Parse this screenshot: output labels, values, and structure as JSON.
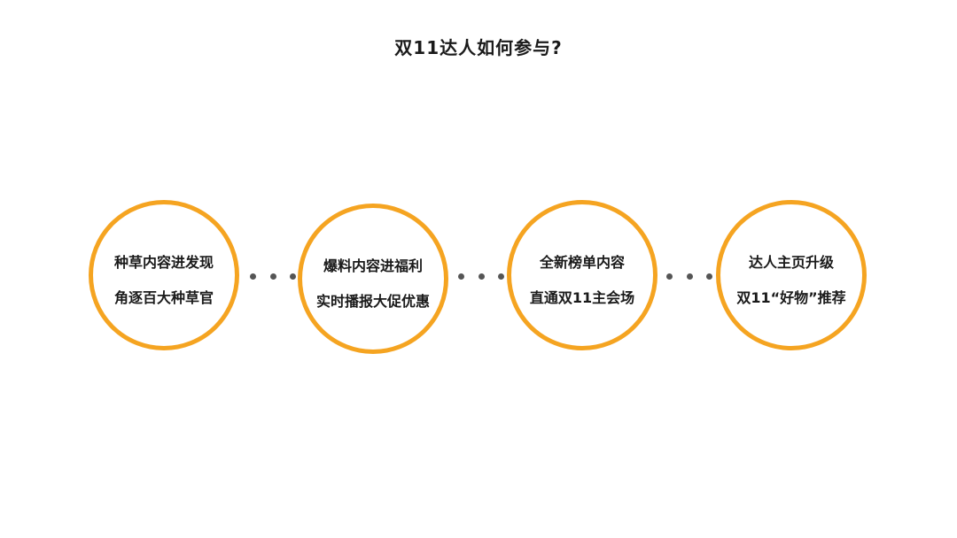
{
  "title": "双11达人如何参与?",
  "steps": [
    {
      "line1": "种草内容进发现",
      "line2": "角逐百大种草官"
    },
    {
      "line1": "爆料内容进福利",
      "line2": "实时播报大促优惠"
    },
    {
      "line1": "全新榜单内容",
      "line2": "直通双11主会场"
    },
    {
      "line1": "达人主页升级",
      "line2": "双11“好物”推荐"
    }
  ],
  "colors": {
    "circle_border": "#f5a421",
    "connector_dots": "#555555",
    "text": "#1a1a1a"
  }
}
